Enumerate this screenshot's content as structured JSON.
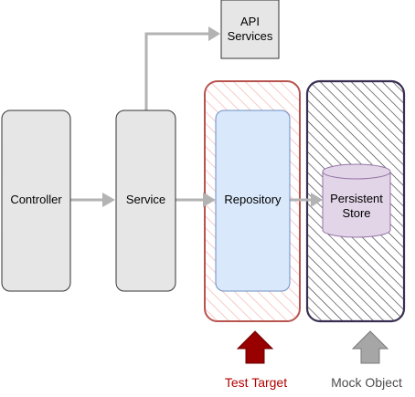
{
  "nodes": {
    "controller": "Controller",
    "service": "Service",
    "repository": "Repository",
    "api_services": "API\nServices",
    "persistent_store": "Persistent\nStore"
  },
  "legend": {
    "test_target": "Test Target",
    "mock_object": "Mock Object"
  },
  "colors": {
    "box_fill": "#e6e6e6",
    "box_stroke": "#333333",
    "arrow": "#b3b3b3",
    "test_target": "#b85450",
    "test_target_hatch": "#f8cecc",
    "test_target_arrow": "#990000",
    "repository_fill": "#dae8fc",
    "repository_stroke": "#6c8ebf",
    "mock_object": "#56517e",
    "store_fill": "#e1d5e7",
    "store_stroke": "#9673a6",
    "mock_arrow": "#a6a6a6",
    "legend_text_mock": "#4d4d4d"
  }
}
